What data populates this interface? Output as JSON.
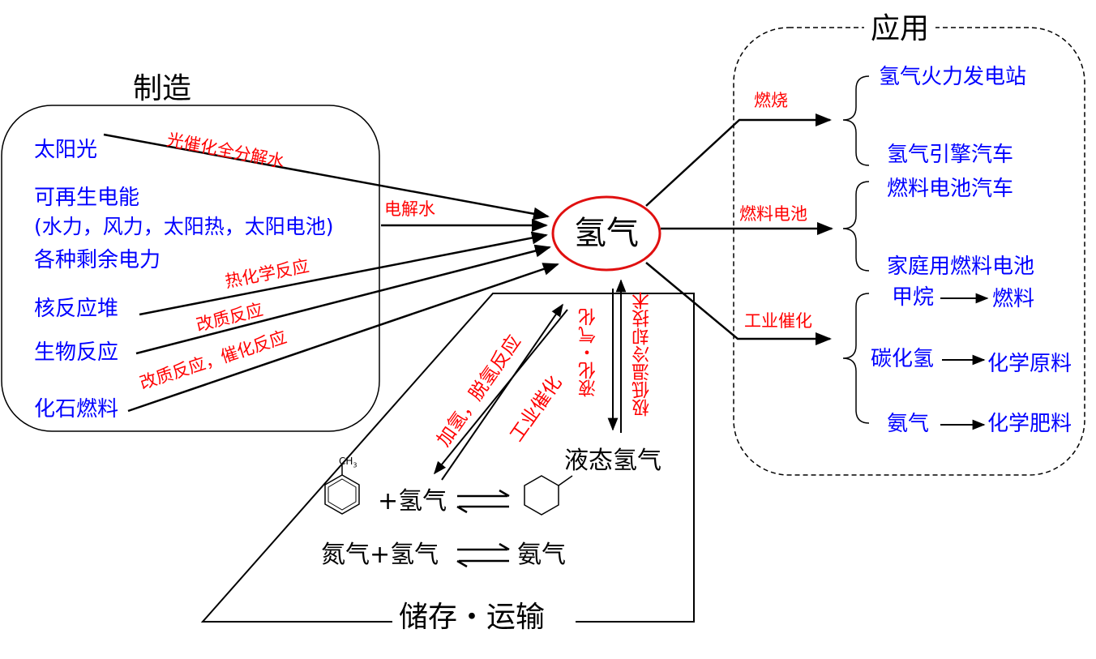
{
  "titles": {
    "manufacture": "制造",
    "application": "应用",
    "storage": "储存・运输"
  },
  "center": "氢气",
  "sources": {
    "sunlight": "太阳光",
    "renewable_line1": "可再生电能",
    "renewable_line2": "(水力，风力，太阳热，太阳电池)",
    "surplus": "各种剩余电力",
    "nuclear": "核反应堆",
    "bio": "生物反应",
    "fossil": "化石燃料"
  },
  "processes": {
    "photocatalysis": "光催化全分解水",
    "electrolysis": "电解水",
    "thermochem": "热化学反应",
    "reforming": "改质反应",
    "reforming_catalytic": "改质反应，催化反应"
  },
  "application_methods": {
    "combustion": "燃烧",
    "fuel_cell": "燃料电池",
    "industrial": "工业催化"
  },
  "applications": {
    "power_plant": "氢气火力发电站",
    "engine_car": "氢气引擎汽车",
    "fc_car": "燃料电池汽车",
    "home_fc": "家庭用燃料电池",
    "methane": "甲烷",
    "fuel": "燃料",
    "hydrocarbon": "碳化氢",
    "chem_material": "化学原料",
    "ammonia": "氨气",
    "fertilizer": "化学肥料"
  },
  "storage": {
    "hydrogenation": "加氢，脱氢反应",
    "industrial_catalysis": "工业催化",
    "liquefaction": "液化・气化",
    "cryogenic": "极低温冷却技术",
    "liquid_h2": "液态氢气",
    "toluene_ch3": "CH",
    "toluene_ch3_sub": "3",
    "plus_h2": "+氢气",
    "nitrogen_plus_h2": "氮气+氢气",
    "ammonia": "氨气"
  }
}
